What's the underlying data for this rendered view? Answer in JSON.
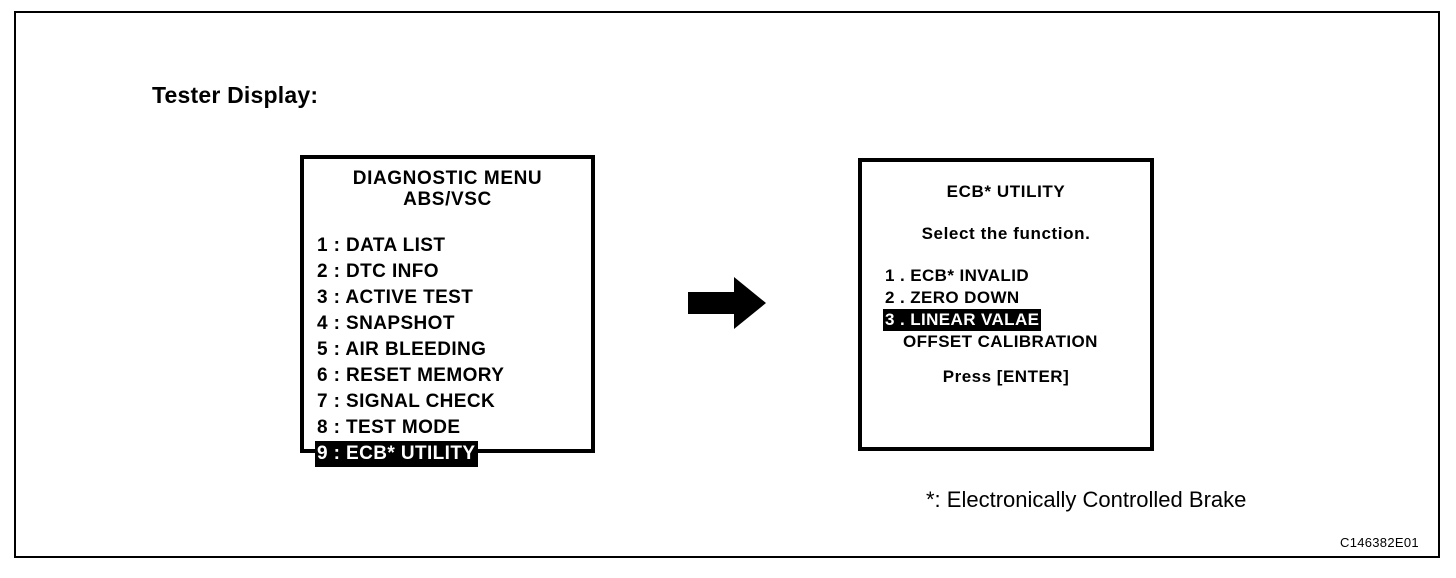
{
  "figure": {
    "caption": "Tester Display:",
    "code": "C146382E01",
    "footnote": "*: Electronically Controlled Brake",
    "arrow_icon": "right-arrow-icon",
    "colors": {
      "ink": "#000000",
      "background": "#ffffff",
      "highlight_bg": "#000000",
      "highlight_fg": "#ffffff"
    }
  },
  "left_screen": {
    "title_line1": "DIAGNOSTIC  MENU",
    "title_line2": "ABS/VSC",
    "items": [
      {
        "label": "1 :  DATA   LIST",
        "selected": false
      },
      {
        "label": "2 :  DTC  INFO",
        "selected": false
      },
      {
        "label": "3 :  ACTIVE   TEST",
        "selected": false
      },
      {
        "label": "4 :  SNAPSHOT",
        "selected": false
      },
      {
        "label": "5 :  AIR  BLEEDING",
        "selected": false
      },
      {
        "label": "6 :  RESET  MEMORY",
        "selected": false
      },
      {
        "label": "7 :  SIGNAL   CHECK",
        "selected": false
      },
      {
        "label": "8 :  TEST   MODE",
        "selected": false
      },
      {
        "label": "9 :  ECB*  UTILITY",
        "selected": true
      }
    ]
  },
  "right_screen": {
    "title": "ECB* UTILITY",
    "subtitle": "Select  the  function.",
    "items": [
      {
        "label": "1 . ECB* INVALID",
        "selected": false,
        "indented": false
      },
      {
        "label": "2 . ZERO  DOWN",
        "selected": false,
        "indented": false
      },
      {
        "label": "3 . LINEAR  VALAE",
        "selected": true,
        "indented": false
      },
      {
        "label": "OFFSET  CALIBRATION",
        "selected": false,
        "indented": true
      }
    ],
    "press_label": "Press  [ENTER]"
  }
}
